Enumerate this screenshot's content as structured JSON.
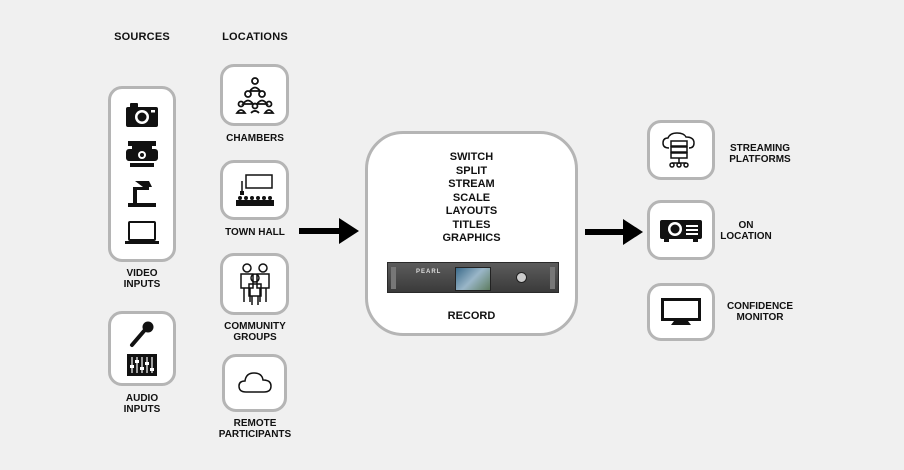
{
  "headings": {
    "sources": "SOURCES",
    "locations": "LOCATIONS"
  },
  "sources": {
    "video_label": "VIDEO\nINPUTS",
    "audio_label": "AUDIO\nINPUTS",
    "video_icons": [
      "camera-icon",
      "ptz-camera-icon",
      "document-camera-icon",
      "laptop-icon"
    ],
    "audio_icons": [
      "microphone-icon",
      "mixer-icon"
    ]
  },
  "locations": [
    {
      "label": "CHAMBERS",
      "icon": "hierarchy-people-icon"
    },
    {
      "label": "TOWN HALL",
      "icon": "auditorium-icon"
    },
    {
      "label": "COMMUNITY\nGROUPS",
      "icon": "group-people-icon"
    },
    {
      "label": "REMOTE\nPARTICIPANTS",
      "icon": "cloud-icon"
    }
  ],
  "center": {
    "functions": [
      "SWITCH",
      "SPLIT",
      "STREAM",
      "SCALE",
      "LAYOUTS",
      "TITLES",
      "GRAPHICS"
    ],
    "device_brand": "PEARL",
    "record_label": "RECORD"
  },
  "outputs": [
    {
      "label": "STREAMING\nPLATFORMS",
      "icon": "cloud-server-icon"
    },
    {
      "label": "ON\nLOCATION",
      "icon": "projector-icon"
    },
    {
      "label": "CONFIDENCE\nMONITOR",
      "icon": "monitor-icon"
    }
  ],
  "colors": {
    "background": "#f0f0f0",
    "box_border": "#b5b5b5",
    "text": "#111111",
    "arrow": "#000000"
  }
}
